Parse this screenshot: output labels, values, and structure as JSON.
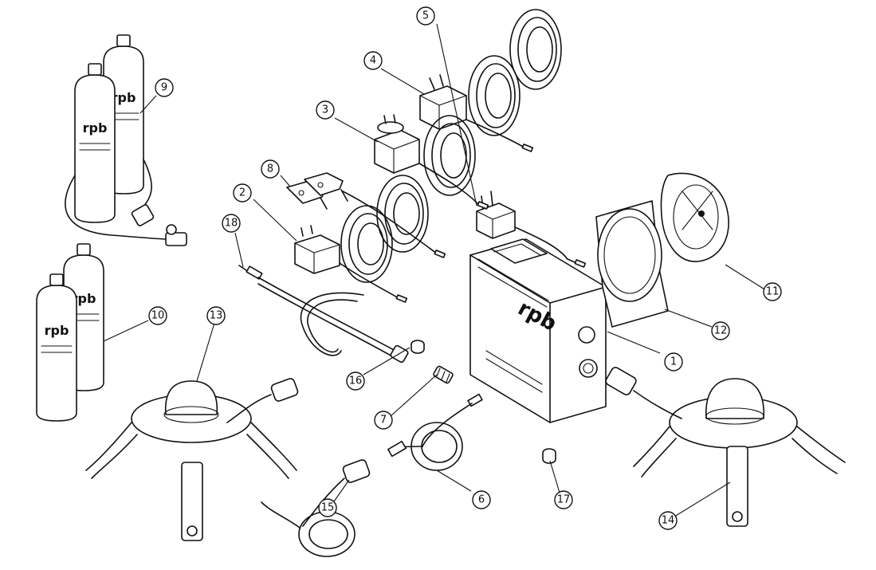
{
  "brand": "rpb",
  "callouts": [
    "1",
    "2",
    "3",
    "4",
    "5",
    "6",
    "7",
    "8",
    "9",
    "10",
    "11",
    "12",
    "13",
    "14",
    "15",
    "16",
    "17",
    "18"
  ]
}
